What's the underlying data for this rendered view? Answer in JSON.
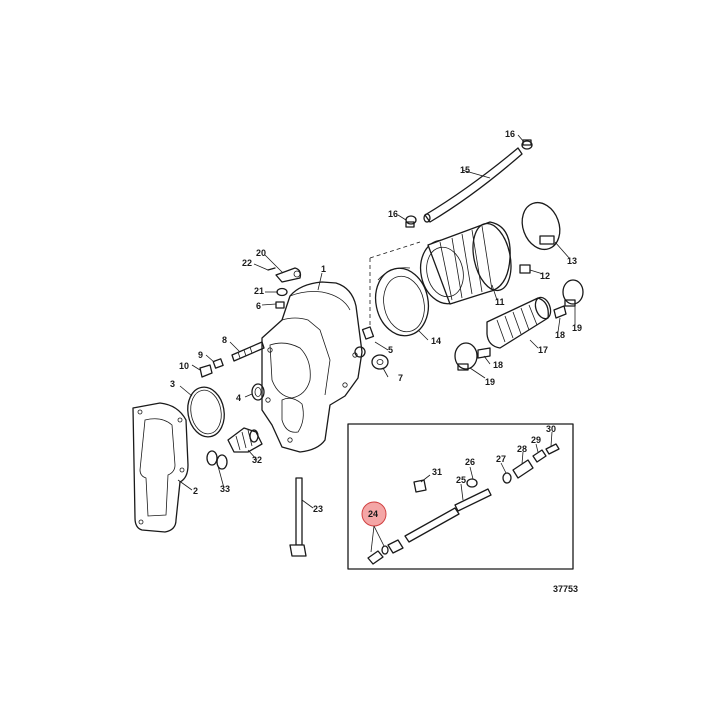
{
  "diagram": {
    "drawing_number": "37753",
    "highlight_color": "#f08080",
    "highlighted_part": "24",
    "callouts": [
      "1",
      "2",
      "3",
      "4",
      "5",
      "6",
      "7",
      "8",
      "9",
      "10",
      "11",
      "12",
      "13",
      "14",
      "15",
      "16",
      "16",
      "17",
      "18",
      "18",
      "19",
      "19",
      "20",
      "21",
      "22",
      "23",
      "24",
      "25",
      "26",
      "27",
      "28",
      "29",
      "30",
      "31",
      "32",
      "33"
    ]
  }
}
